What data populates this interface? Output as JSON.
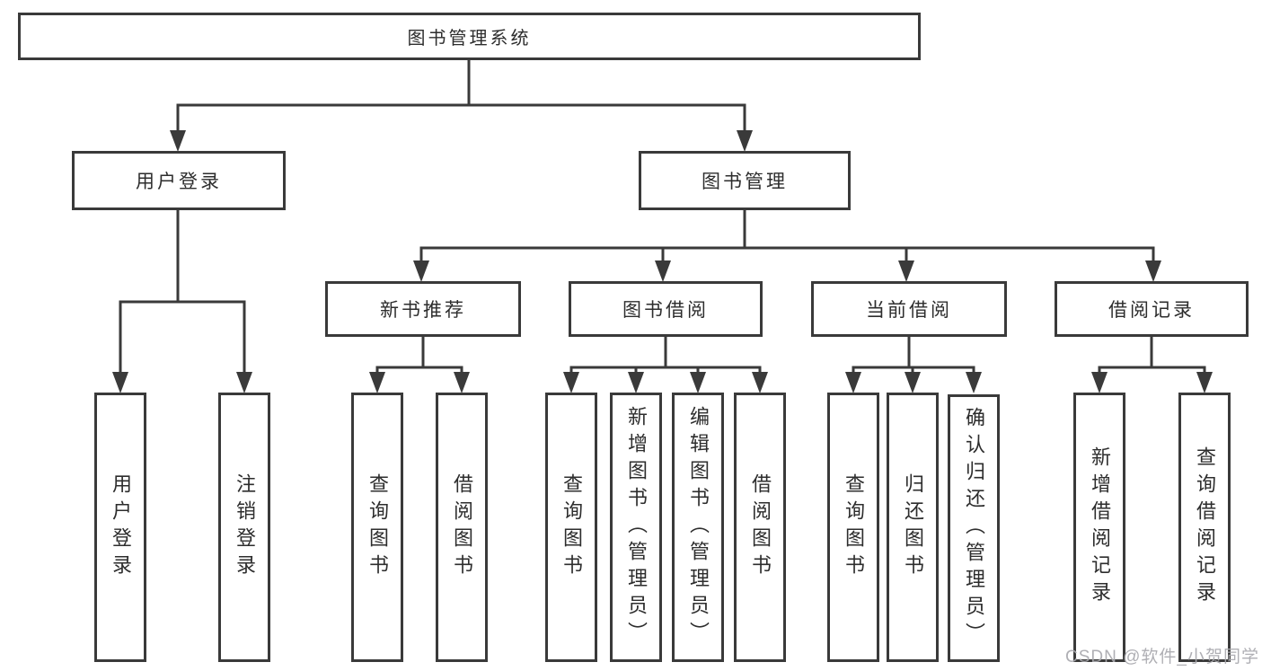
{
  "tree": {
    "label": "图书管理系统",
    "children": [
      {
        "label": "用户登录",
        "children": [
          {
            "label": "用户登录"
          },
          {
            "label": "注销登录"
          }
        ]
      },
      {
        "label": "图书管理",
        "children": [
          {
            "label": "新书推荐",
            "children": [
              {
                "label": "查询图书"
              },
              {
                "label": "借阅图书"
              }
            ]
          },
          {
            "label": "图书借阅",
            "children": [
              {
                "label": "查询图书"
              },
              {
                "label": "新增图书（管理员）"
              },
              {
                "label": "编辑图书（管理员）"
              },
              {
                "label": "借阅图书"
              }
            ]
          },
          {
            "label": "当前借阅",
            "children": [
              {
                "label": "查询图书"
              },
              {
                "label": "归还图书"
              },
              {
                "label": "确认归还（管理员）"
              }
            ]
          },
          {
            "label": "借阅记录",
            "children": [
              {
                "label": "新增借阅记录"
              },
              {
                "label": "查询借阅记录"
              }
            ]
          }
        ]
      }
    ]
  },
  "watermark": {
    "text": "CSDN @软件_小贺同学"
  },
  "colors": {
    "line": "#3a3a3a",
    "text": "#2d2d2d",
    "watermark": "#a9a9ae",
    "background": "#ffffff"
  }
}
